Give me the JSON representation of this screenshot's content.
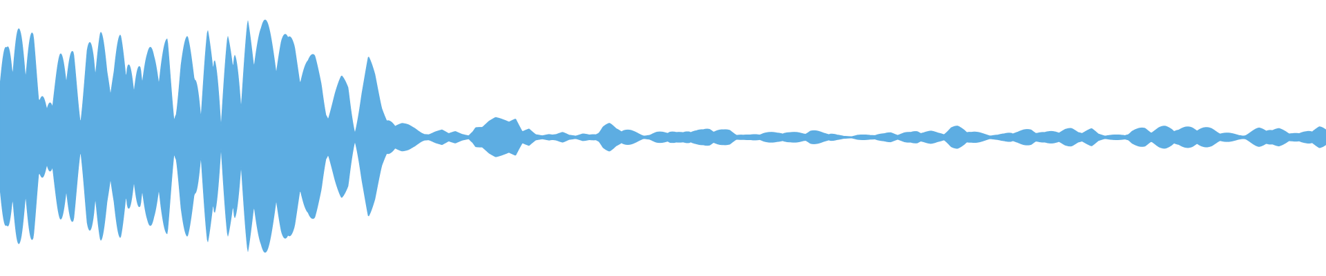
{
  "waveform": {
    "color": "#5DADE2",
    "background": "#FFFFFF",
    "peak_amplitude": 1.0,
    "envelope": [
      0.75,
      0.69,
      0.88,
      0.83,
      0.83,
      0.8,
      0.43,
      0.22,
      0.47,
      0.65,
      0.77,
      0.65,
      0.2,
      0.68,
      0.87,
      0.86,
      0.6,
      0.6,
      0.83,
      0.83,
      0.35,
      0.78,
      0.7,
      0.69,
      0.77,
      0.76,
      0.18,
      0.63,
      0.81,
      0.81,
      0.16,
      0.92,
      0.95,
      0.09,
      0.89,
      0.99,
      0.23,
      1.0,
      0.98,
      0.9,
      0.91,
      0.91,
      0.89,
      0.77,
      0.83,
      0.73,
      0.64,
      0.64,
      0.52,
      0.21,
      0.36,
      0.48,
      0.46,
      0.06,
      0.39,
      0.63,
      0.51,
      0.3,
      0.21,
      0.1,
      0.11,
      0.1,
      0.08,
      0.05,
      0.03,
      0.05,
      0.06,
      0.03,
      0.05,
      0.03,
      0.02,
      0.12,
      0.1,
      0.14,
      0.16,
      0.14,
      0.12,
      0.15,
      0.05,
      0.08,
      0.03,
      0.02,
      0.04,
      0.03,
      0.04,
      0.02,
      0.02,
      0.03,
      0.02,
      0.03,
      0.1,
      0.11,
      0.08,
      0.08,
      0.06,
      0.04,
      0.02,
      0.02,
      0.04,
      0.05,
      0.06,
      0.04,
      0.04,
      0.07,
      0.06,
      0.06,
      0.08,
      0.07,
      0.06,
      0.06,
      0.03,
      0.02,
      0.02,
      0.03,
      0.04,
      0.04,
      0.04,
      0.05,
      0.04,
      0.04,
      0.04,
      0.06,
      0.05,
      0.04,
      0.04,
      0.02,
      0.01,
      0.01,
      0.02,
      0.02,
      0.02,
      0.03,
      0.03,
      0.04,
      0.03,
      0.04,
      0.04,
      0.06,
      0.05,
      0.05,
      0.04,
      0.04,
      0.08,
      0.09,
      0.08,
      0.05,
      0.04,
      0.03,
      0.02,
      0.02,
      0.03,
      0.05,
      0.05,
      0.06,
      0.07,
      0.05,
      0.04,
      0.05,
      0.06,
      0.07,
      0.07,
      0.05,
      0.06,
      0.07,
      0.03,
      0.02,
      0.02,
      0.02,
      0.02,
      0.06,
      0.07,
      0.08,
      0.06,
      0.08,
      0.09,
      0.09,
      0.07,
      0.08,
      0.09,
      0.09,
      0.08,
      0.07,
      0.05,
      0.04,
      0.03,
      0.02,
      0.02,
      0.05,
      0.08,
      0.09,
      0.06,
      0.07,
      0.06,
      0.04,
      0.03,
      0.05,
      0.08,
      0.09,
      0.06
    ]
  }
}
